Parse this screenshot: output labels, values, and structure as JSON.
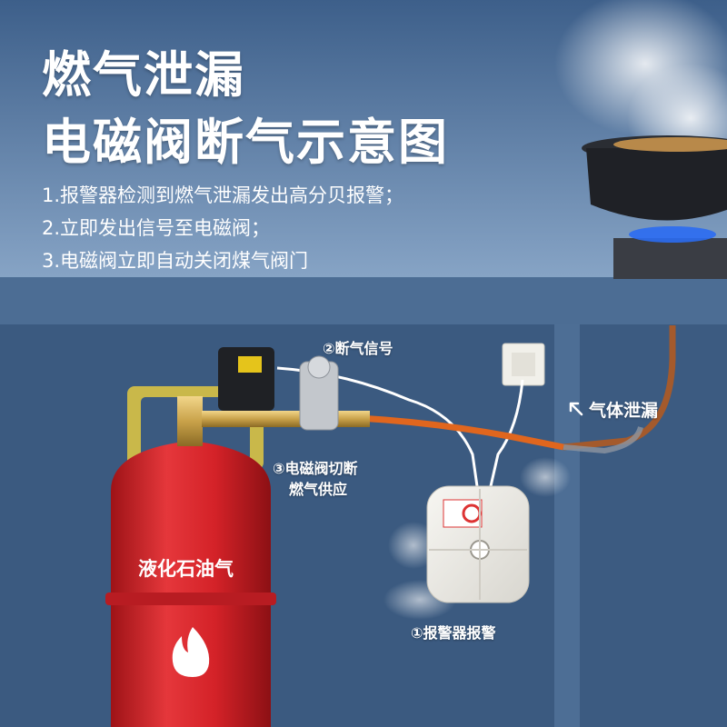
{
  "title": {
    "line1": "燃气泄漏",
    "line2": "电磁阀断气示意图"
  },
  "steps": [
    "1.报警器检测到燃气泄漏发出高分贝报警；",
    "2.立即发出信号至电磁阀；",
    "3.电磁阀立即自动关闭煤气阀门"
  ],
  "labels": {
    "cutoff_signal": "②断气信号",
    "valve_cut_line1": "③电磁阀切断",
    "valve_cut_line2": "燃气供应",
    "alarm": "①报警器报警",
    "gas_leak": "气体泄漏",
    "tank": "液化石油气"
  },
  "icons": {
    "flame": "flame-icon",
    "leak_arrow": "arrow-up-left-icon"
  },
  "colors": {
    "tank_red": "#d8242b",
    "wall_blue": "#3f5f86",
    "hose_orange": "#e0661e",
    "alarm_white": "#eceae4"
  }
}
